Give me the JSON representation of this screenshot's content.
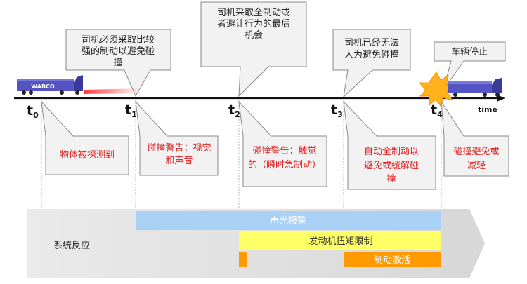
{
  "callouts_top": [
    {
      "id": "t1",
      "lines": [
        "司机必须采取比较",
        "强的制动以避免碰",
        "撞"
      ]
    },
    {
      "id": "t2",
      "lines": [
        "司机采取全制动或",
        "者避让行为的最后",
        "机会"
      ]
    },
    {
      "id": "t3",
      "lines": [
        "司机已经无法",
        "人为避免碰撞"
      ]
    },
    {
      "id": "t4",
      "lines": [
        "车辆停止"
      ]
    }
  ],
  "callouts_bottom": [
    {
      "id": "t0",
      "lines": [
        "物体被探测到"
      ]
    },
    {
      "id": "t1",
      "lines": [
        "碰撞警告：视觉",
        "和声音"
      ]
    },
    {
      "id": "t2",
      "lines": [
        "碰撞警告：触觉",
        "的（瞬时急制动）"
      ]
    },
    {
      "id": "t3",
      "lines": [
        "自动全制动以",
        "避免或缓解碰",
        "撞"
      ]
    },
    {
      "id": "t4",
      "lines": [
        "碰撞避免或",
        "减轻"
      ]
    }
  ],
  "timeline": {
    "axis_label": "time",
    "ticks": [
      {
        "letter": "t",
        "sub": "0"
      },
      {
        "letter": "t",
        "sub": "1"
      },
      {
        "letter": "t",
        "sub": "2"
      },
      {
        "letter": "t",
        "sub": "3"
      },
      {
        "letter": "t",
        "sub": "4"
      }
    ]
  },
  "truck": {
    "brand": "WABCO"
  },
  "system_response": {
    "label": "系统反应",
    "bars": [
      {
        "id": "audio-visual-alarm",
        "text": "声光报警",
        "color": "#a9d0f5",
        "text_color": "#ffffff"
      },
      {
        "id": "engine-torque-limit",
        "text": "发动机扭矩限制",
        "color": "#ffff66",
        "text_color": "#333333"
      },
      {
        "id": "brake-activation",
        "text": "制动激活",
        "color": "#ff9900",
        "text_color": "#ffffff"
      }
    ]
  },
  "colors": {
    "callout_fill": "#f2f2f2",
    "callout_border": "#8a8a8a",
    "bottom_text": "#e02020",
    "top_text": "#222222",
    "axis": "#111111",
    "truck": "#4a4ab8"
  }
}
